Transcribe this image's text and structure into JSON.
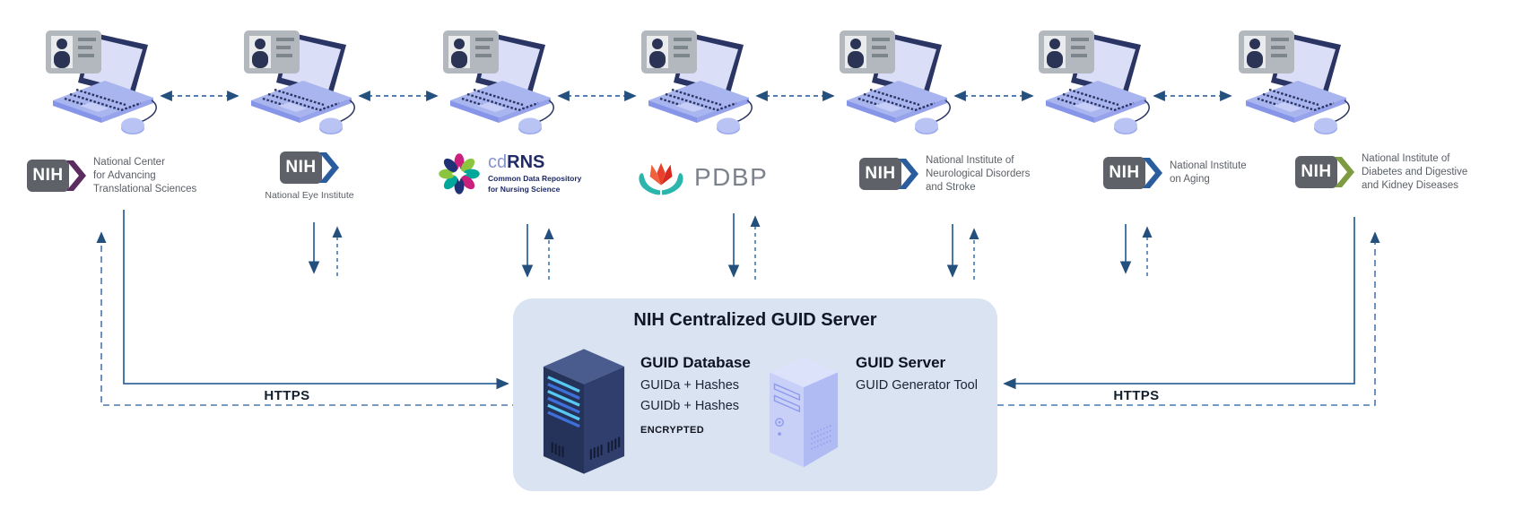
{
  "diagram": {
    "title": "NIH Centralized GUID Server",
    "database": {
      "heading": "GUID Database",
      "line1": "GUIDa + Hashes",
      "line2": "GUIDb + Hashes",
      "badge": "ENCRYPTED"
    },
    "server": {
      "heading": "GUID Server",
      "line1": "GUID Generator Tool"
    },
    "left_link_label": "HTTPS",
    "right_link_label": "HTTPS"
  },
  "orgs": [
    {
      "id": "ncats",
      "type": "nih",
      "acronym": "NIH",
      "chevron_color": "#5a2c60",
      "lines": [
        "National Center",
        "for Advancing",
        "Translational Sciences"
      ]
    },
    {
      "id": "nei",
      "type": "nih",
      "acronym": "NIH",
      "chevron_color": "#2a5d9e",
      "lines": [
        "National Eye Institute"
      ]
    },
    {
      "id": "cdrns",
      "type": "cdrns",
      "word_light": "cd",
      "word_bold": "RNS",
      "caption": [
        "Common Data Repository",
        "for Nursing Science"
      ]
    },
    {
      "id": "pdbp",
      "type": "pdbp",
      "acronym": "PDBP"
    },
    {
      "id": "ninds",
      "type": "nih",
      "acronym": "NIH",
      "chevron_color": "#2a5d9e",
      "lines": [
        "National Institute of",
        "Neurological Disorders",
        "and Stroke"
      ]
    },
    {
      "id": "nia",
      "type": "nih",
      "acronym": "NIH",
      "chevron_color": "#2a5d9e",
      "lines": [
        "National Institute",
        "on Aging"
      ]
    },
    {
      "id": "niddk",
      "type": "nih",
      "acronym": "NIH",
      "chevron_color": "#7d9c41",
      "lines": [
        "National Institute of",
        "Diabetes and Digestive",
        "and Kidney Diseases"
      ]
    }
  ],
  "colors": {
    "box_background": "#d9e3f1",
    "arrow_solid": "#35689f",
    "arrow_dashed": "#4878ad",
    "arrowhead": "#24507e",
    "nih_badge": "#5e6268",
    "cdrns_petal_magenta": "#cb1f7e",
    "cdrns_petal_green": "#8bc540",
    "cdrns_petal_teal": "#00a79b",
    "cdrns_petal_navy": "#203176",
    "pdbp_hands": "#2cb5ac",
    "pdbp_flower": "#e8402a",
    "laptop_body": "#a9b5ef",
    "server_tower": "#253259",
    "server_stripe": "#56c8f2",
    "desktop_tower": "#c9d0f8"
  }
}
